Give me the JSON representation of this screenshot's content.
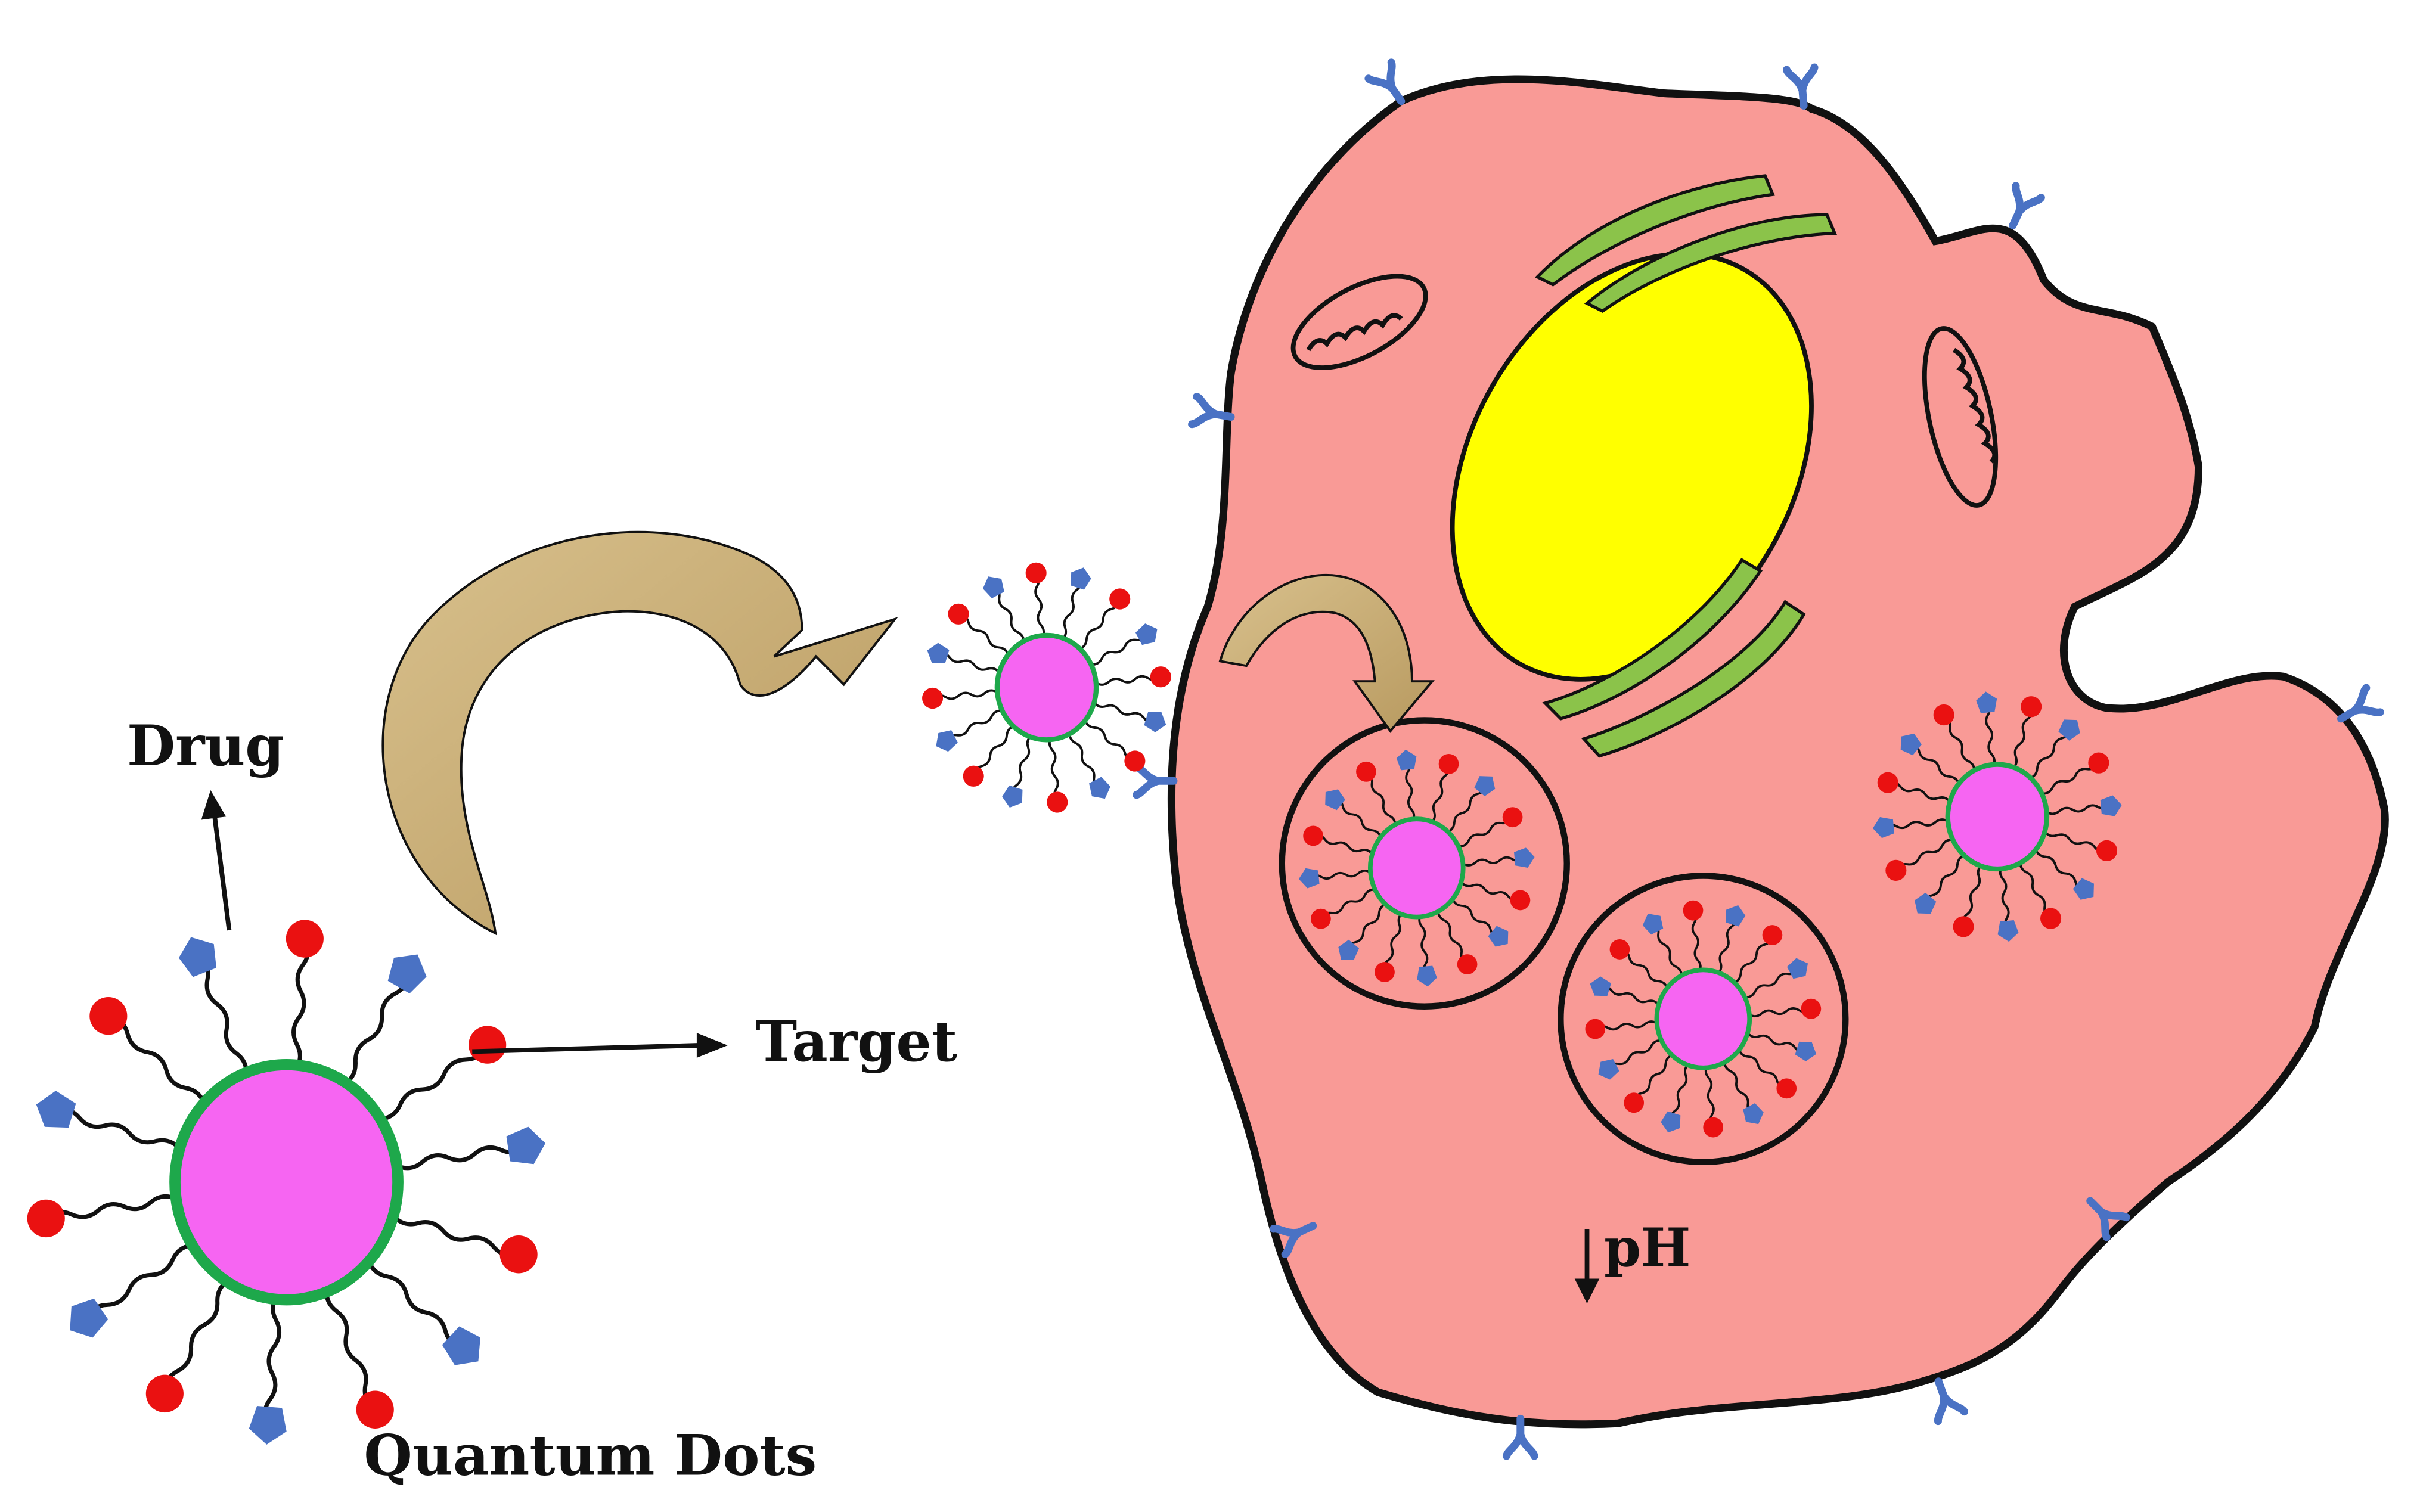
{
  "labels": {
    "drug": "Drug",
    "target": "Target",
    "quantum_dots": "Quantum Dots",
    "ph": "pH"
  },
  "colors": {
    "qd_core": "#f665f2",
    "qd_shell": "#1ea84b",
    "target_ligand": "#ea1111",
    "drug_molecule": "#4a72c4",
    "cell_body": "#f99a96",
    "nucleus": "#ffff00",
    "golgi": "#8bc34a",
    "receptor": "#4a72c4",
    "transfer_arrow": "#cdb17c",
    "outline": "#111111"
  },
  "icons": {
    "drug": "blue-pentagon-icon",
    "target": "red-dot-icon",
    "receptor": "y-receptor-icon",
    "mitochondrion": "mitochondrion-icon",
    "uptake_arrow": "curved-arrow-icon",
    "ph_arrow": "down-arrow-icon"
  }
}
